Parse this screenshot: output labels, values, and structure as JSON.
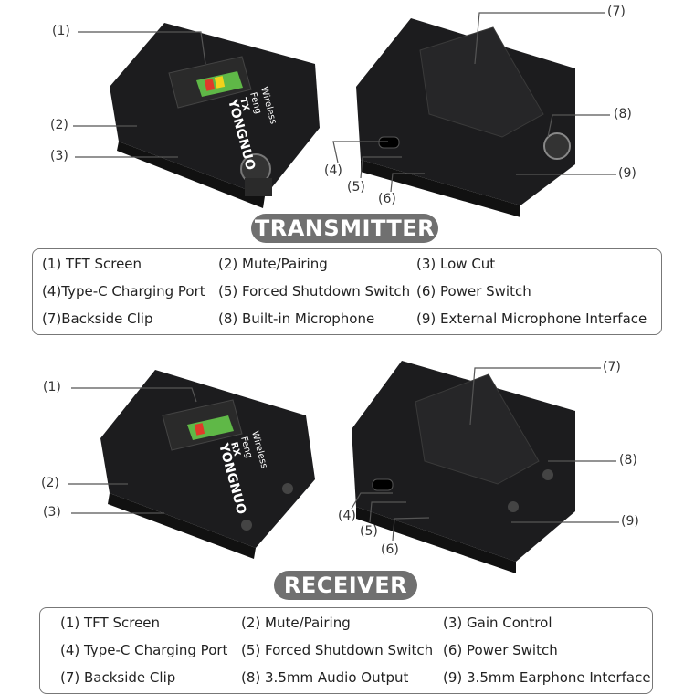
{
  "transmitter": {
    "title": "TRANSMITTER",
    "callouts": [
      "(1)",
      "(2)",
      "(3)",
      "(4)",
      "(5)",
      "(6)",
      "(7)",
      "(8)",
      "(9)"
    ],
    "device_text": {
      "brand": "YONGNUO",
      "mode": "TX",
      "line1": "Wireless",
      "line2": "Feng"
    },
    "legend": [
      "(1) TFT Screen",
      "(2) Mute/Pairing",
      "(3) Low Cut",
      "(4)Type-C Charging Port",
      "(5) Forced Shutdown Switch",
      "(6) Power Switch",
      "(7)Backside Clip",
      "(8) Built-in Microphone",
      "(9) External Microphone Interface"
    ]
  },
  "receiver": {
    "title": "RECEIVER",
    "callouts": [
      "(1)",
      "(2)",
      "(3)",
      "(4)",
      "(5)",
      "(6)",
      "(7)",
      "(8)",
      "(9)"
    ],
    "device_text": {
      "brand": "YONGNUO",
      "mode": "RX",
      "line1": "Wireless",
      "line2": "Feng"
    },
    "legend": [
      "(1) TFT Screen",
      "(2) Mute/Pairing",
      "(3) Gain Control",
      "(4) Type-C Charging Port",
      "(5) Forced Shutdown Switch",
      "(6) Power Switch",
      "(7) Backside Clip",
      "(8) 3.5mm Audio Output",
      "(9) 3.5mm Earphone Interface"
    ]
  },
  "colors": {
    "device": "#1c1c1e",
    "banner": "#707070",
    "line": "#555555",
    "screen_green": "#5fb847",
    "screen_red": "#e03a2a",
    "screen_yellow": "#f2d21b"
  }
}
